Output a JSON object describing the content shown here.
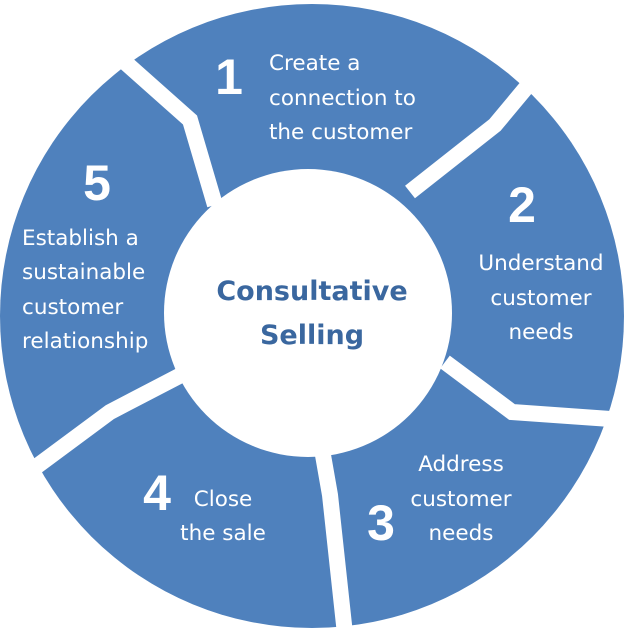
{
  "center": {
    "line1": "Consultative",
    "line2": "Selling"
  },
  "steps": [
    {
      "number": "1",
      "lines": [
        "Create a",
        "connection to",
        "the customer"
      ]
    },
    {
      "number": "2",
      "lines": [
        "Understand",
        "customer",
        "needs"
      ]
    },
    {
      "number": "3",
      "lines": [
        "Address",
        "customer",
        "needs"
      ]
    },
    {
      "number": "4",
      "lines": [
        "Close",
        "the sale"
      ]
    },
    {
      "number": "5",
      "lines": [
        "Establish a",
        "sustainable",
        "customer",
        "relationship"
      ]
    }
  ],
  "colors": {
    "segment": "#4f81bd",
    "center_text": "#3a679f",
    "label_text": "#ffffff"
  }
}
